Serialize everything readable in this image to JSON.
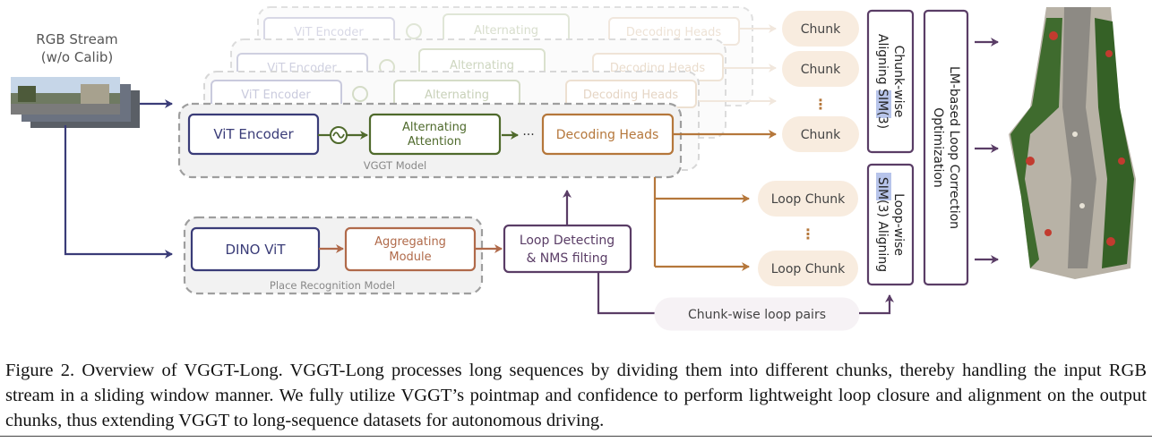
{
  "input": {
    "label_line1": "RGB Stream",
    "label_line2": "(w/o Calib)"
  },
  "vggt": {
    "encoder": "ViT Encoder",
    "attention_line1": "Alternating",
    "attention_line2": "Attention",
    "ellipsis": "···",
    "heads": "Decoding Heads",
    "model_label": "VGGT Model",
    "ghost_attention": "Alternating"
  },
  "place": {
    "dino": "DINO ViT",
    "agg_line1": "Aggregating",
    "agg_line2": "Module",
    "model_label": "Place Recognition Model"
  },
  "loop": {
    "detect_line1": "Loop Detecting",
    "detect_line2": "& NMS filting",
    "pairs": "Chunk-wise loop pairs"
  },
  "chunks": {
    "chunk": "Chunk",
    "loop_chunk": "Loop Chunk",
    "vdots": "⋮"
  },
  "align": {
    "chunk_line1": "Chunk-wise",
    "chunk_line2_pre": "Aligning ",
    "chunk_line2_hl": "SIM",
    "chunk_line2_post": "(3)",
    "loop_line1": "Loop-wise",
    "loop_line2_hl": "SIM",
    "loop_line2_post": "(3) Aligning"
  },
  "optim": {
    "line1": "LM-based Loop Correction",
    "line2": "Optimization"
  },
  "caption": "Figure 2. Overview of VGGT-Long. VGGT-Long processes long sequences by dividing them into different chunks, thereby handling the input RGB stream in a sliding window manner. We fully utilize VGGT’s pointmap and confidence to perform lightweight loop closure and alignment on the output chunks, thus extending VGGT to long-sequence datasets for autonomous driving.",
  "colors": {
    "navy": "#3a3c78",
    "green": "#4f6a2c",
    "brown": "#b5773b",
    "purple": "#5a3d66",
    "rust": "#b06a4a",
    "chunk_fill": "#f8ecdf",
    "dash": "#9e9e9e"
  }
}
